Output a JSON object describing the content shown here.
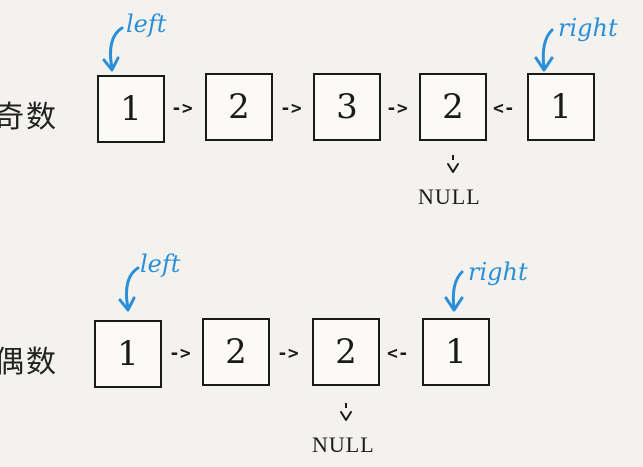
{
  "colors": {
    "pointer": "#2b8fd8",
    "node_border": "#1a1a1a",
    "background": "#f4f2ee"
  },
  "odd": {
    "label": "奇数",
    "nodes": [
      "1",
      "2",
      "3",
      "2",
      "1"
    ],
    "arrows": [
      "->",
      "->",
      "->",
      "<-"
    ],
    "null_label": "NULL",
    "left_label": "left",
    "right_label": "right"
  },
  "even": {
    "label": "偶数",
    "nodes": [
      "1",
      "2",
      "2",
      "1"
    ],
    "arrows": [
      "->",
      "->",
      "<-"
    ],
    "null_label": "NULL",
    "left_label": "left",
    "right_label": "right"
  }
}
